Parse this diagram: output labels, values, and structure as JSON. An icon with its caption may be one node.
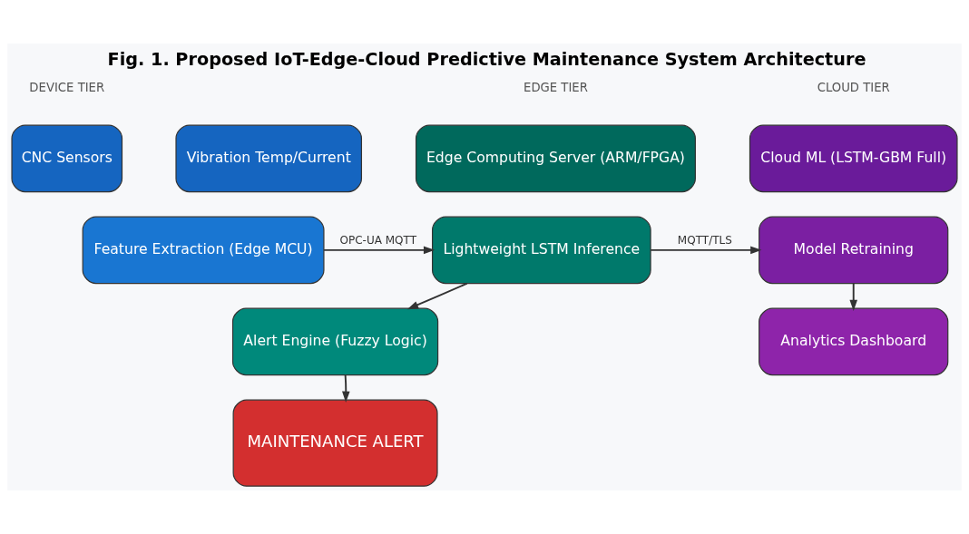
{
  "diagram": {
    "title": "Fig. 1. Proposed IoT-Edge-Cloud Predictive Maintenance System Architecture",
    "nodes": [
      {
        "text": [
          "CNC Sensors"
        ]
      },
      {
        "text": [
          "Vibration Temp/Current"
        ]
      },
      {
        "text": [
          "Edge Computing Server (ARM/FPGA)"
        ]
      },
      {
        "text": [
          "Cloud ML (LSTM-GBM Full)"
        ]
      },
      {
        "text": [
          "Feature Extraction (Edge MCU)"
        ]
      },
      {
        "text": [
          "Lightweight LSTM Inference"
        ]
      },
      {
        "text": [
          "Model Retraining"
        ]
      },
      {
        "text": [
          "Alert Engine (Fuzzy Logic)"
        ]
      },
      {
        "text": [
          "Analytics Dashboard"
        ]
      },
      {
        "text": [
          "MAINTENANCE ALERT"
        ]
      }
    ],
    "edges": [
      {
        "from": 4,
        "to": 5,
        "arrow": "to",
        "label": "OPC-UA MQTT"
      },
      {
        "from": 5,
        "to": 6,
        "arrow": "to",
        "label": "MQTT/TLS"
      },
      {
        "from": 5,
        "to": 7,
        "arrow": "to"
      },
      {
        "from": 7,
        "to": 9,
        "arrow": "to"
      },
      {
        "from": 6,
        "to": 8,
        "arrow": "to"
      }
    ],
    "labels": [
      "DEVICE TIER",
      "EDGE TIER",
      "CLOUD TIER"
    ]
  }
}
